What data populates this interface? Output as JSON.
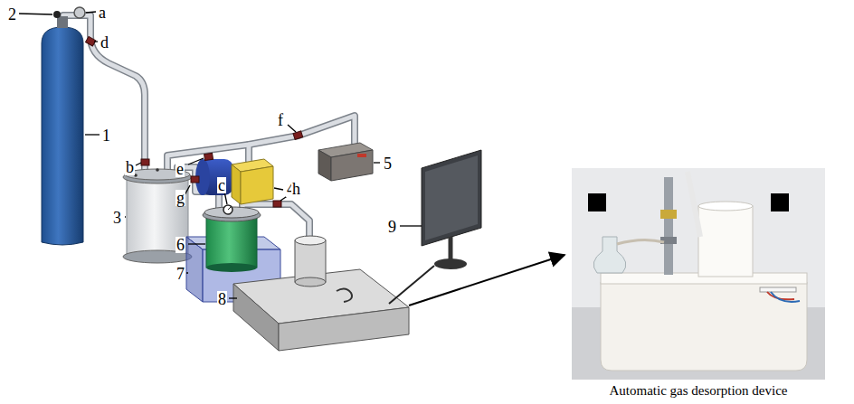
{
  "diagram": {
    "caption": "Automatic gas desorption device",
    "labels": [
      "2",
      "a",
      "d",
      "1",
      "f",
      "e",
      "5",
      "b",
      "4",
      "c",
      "g",
      "h",
      "3",
      "6",
      "7",
      "9",
      "8"
    ]
  }
}
